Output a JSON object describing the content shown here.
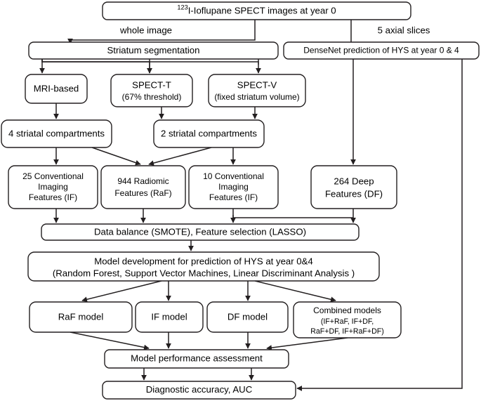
{
  "diagram": {
    "title": "Radiomics and deep-learning workflow for HYS prediction from 123I-Ioflupane SPECT",
    "stroke_color": "#231f20",
    "background_color": "#ffffff",
    "nodes": {
      "input": {
        "id": "input",
        "label_sup": "123",
        "label": "I-Ioflupane SPECT images at year 0"
      },
      "striatum_segmentation": {
        "id": "striatum-segmentation",
        "label": "Striatum segmentation"
      },
      "densenet": {
        "id": "densenet-prediction",
        "label": "DenseNet prediction of HYS at year 0 & 4"
      },
      "mri_based": {
        "id": "mri-based",
        "label": "MRI-based"
      },
      "spect_t": {
        "id": "spect-t",
        "line1": "SPECT-T",
        "line2": "(67% threshold)"
      },
      "spect_v": {
        "id": "spect-v",
        "line1": "SPECT-V",
        "line2": "(fixed striatum volume)"
      },
      "four_compartments": {
        "id": "four-striatal-compartments",
        "label": "4 striatal compartments"
      },
      "two_compartments": {
        "id": "two-striatal-compartments",
        "label": "2 striatal compartments"
      },
      "if25": {
        "id": "if-25-features",
        "line1": "25 Conventional",
        "line2": "Imaging",
        "line3": "Features (IF)"
      },
      "raf": {
        "id": "raf-944-features",
        "line1": "944 Radiomic",
        "line2": "Features (RaF)"
      },
      "if10": {
        "id": "if-10-features",
        "line1": "10 Conventional",
        "line2": "Imaging",
        "line3": "Features (IF)"
      },
      "df": {
        "id": "df-264-features",
        "line1": "264 Deep",
        "line2": "Features (DF)"
      },
      "data_balance": {
        "id": "data-balance-feature-selection",
        "label": "Data balance (SMOTE), Feature selection (LASSO)"
      },
      "model_development": {
        "id": "model-development",
        "line1": "Model development for prediction of HYS at year 0&4",
        "line2": "(Random Forest, Support Vector Machines, Linear Discriminant Analysis )"
      },
      "raf_model": {
        "id": "raf-model",
        "label": "RaF model"
      },
      "if_model": {
        "id": "if-model",
        "label": "IF model"
      },
      "df_model": {
        "id": "df-model",
        "label": "DF model"
      },
      "combined_models": {
        "id": "combined-models",
        "line1": "Combined models",
        "line2": "(IF+RaF, IF+DF,",
        "line3": "RaF+DF, IF+RaF+DF)"
      },
      "performance": {
        "id": "model-performance-assessment",
        "label": "Model performance assessment"
      },
      "diagnostic": {
        "id": "diagnostic-accuracy-auc",
        "label": "Diagnostic accuracy, AUC"
      }
    },
    "edge_labels": {
      "whole_image": "whole image",
      "axial_slices": "5 axial slices"
    }
  }
}
